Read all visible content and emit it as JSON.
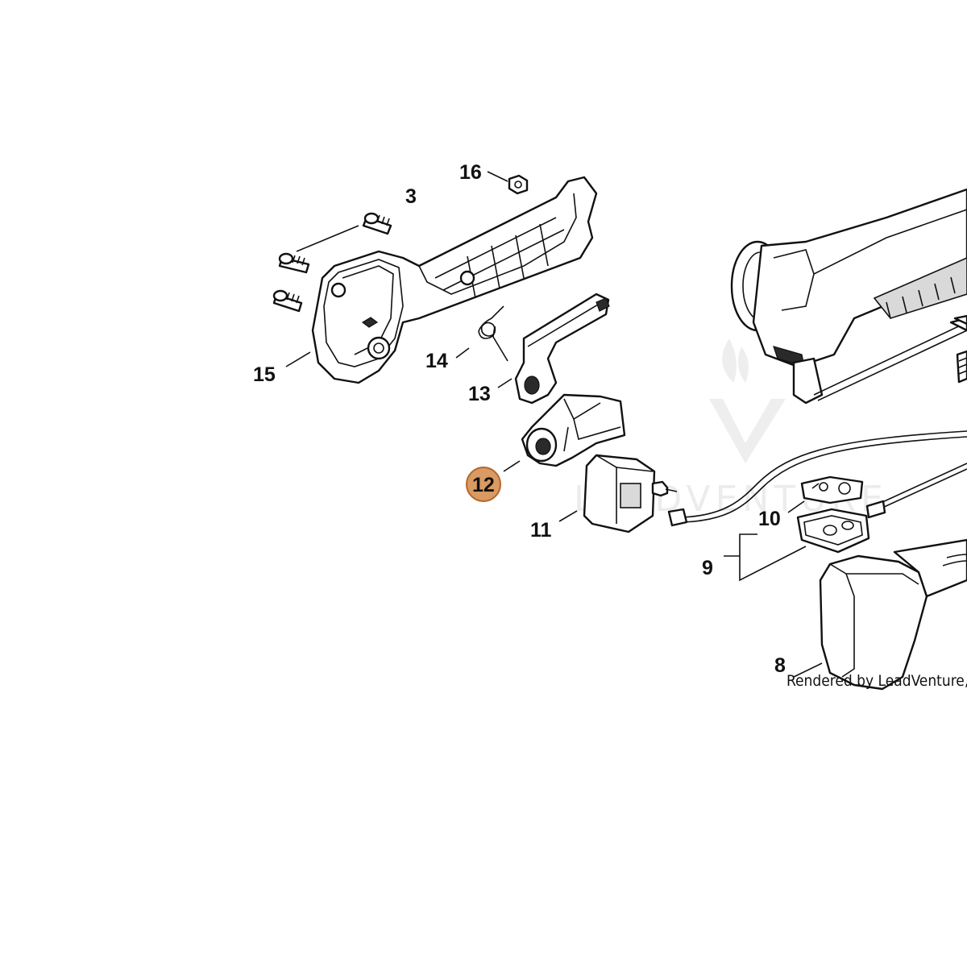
{
  "callouts": [
    {
      "id": "3",
      "text": "3"
    },
    {
      "id": "8",
      "text": "8"
    },
    {
      "id": "9",
      "text": "9"
    },
    {
      "id": "10",
      "text": "10"
    },
    {
      "id": "11",
      "text": "11"
    },
    {
      "id": "12",
      "text": "12",
      "highlighted": true
    },
    {
      "id": "13",
      "text": "13"
    },
    {
      "id": "14",
      "text": "14"
    },
    {
      "id": "15",
      "text": "15"
    },
    {
      "id": "16",
      "text": "16"
    }
  ],
  "watermark": "LEADVENTURE",
  "credit": "Rendered by LeadVenture, I",
  "colors": {
    "highlight_fill": "#d99a63",
    "highlight_stroke": "#b5662b",
    "line": "#111111",
    "watermark": "#ececec"
  }
}
